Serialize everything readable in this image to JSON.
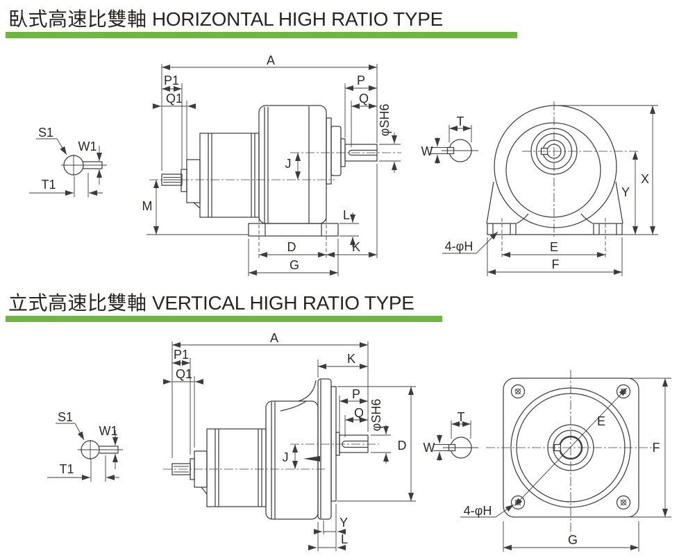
{
  "colors": {
    "green": "#6cb83e",
    "line": "#3c3c3c",
    "ink": "#282420"
  },
  "sections": [
    {
      "id": "horizontal",
      "title_zh": "臥式高速比雙軸",
      "title_en": "HORIZONTAL HIGH RATIO TYPE",
      "dims": {
        "A": "A",
        "P1": "P1",
        "Q1": "Q1",
        "P": "P",
        "Q": "Q",
        "SHAFT": "φSH6",
        "J": "J",
        "M": "M",
        "L": "L",
        "D": "D",
        "K": "K",
        "G": "G",
        "S1": "S1",
        "W1": "W1",
        "T1": "T1",
        "T": "T",
        "W": "W",
        "X": "X",
        "Y": "Y",
        "E": "E",
        "F": "F",
        "HOLES": "4-φH"
      }
    },
    {
      "id": "vertical",
      "title_zh": "立式高速比雙軸",
      "title_en": "VERTICAL HIGH RATIO TYPE",
      "dims": {
        "A": "A",
        "P1": "P1",
        "Q1": "Q1",
        "K": "K",
        "P": "P",
        "Q": "Q",
        "SHAFT": "φSH6",
        "D": "D",
        "J": "J",
        "Y": "Y",
        "L": "L",
        "S1": "S1",
        "W1": "W1",
        "T1": "T1",
        "T": "T",
        "W": "W",
        "E": "E",
        "F": "F",
        "G": "G",
        "HOLES": "4-φH"
      }
    }
  ]
}
